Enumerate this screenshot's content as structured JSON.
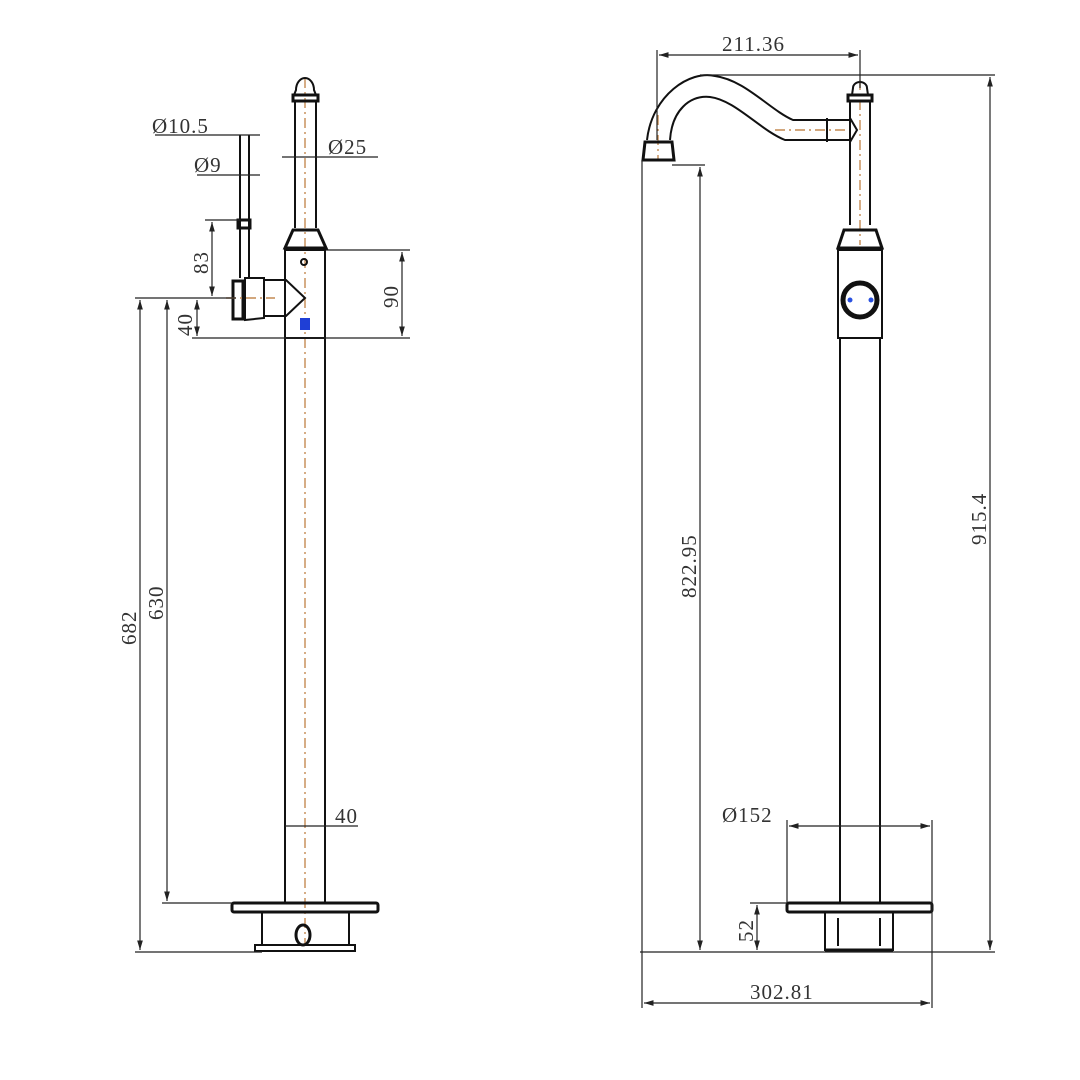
{
  "title": "Freestanding bath mixer dimension drawing",
  "side_view": {
    "dims": {
      "lever_dia_outer": "Ø10.5",
      "lever_dia_inner": "Ø9",
      "pipe_dia": "Ø25",
      "lever_height": "83",
      "body_height": "90",
      "handle_offset": "40",
      "height_to_handle": "682",
      "height_to_plate": "630",
      "column_width": "40"
    }
  },
  "front_view": {
    "dims": {
      "spout_reach": "211.36",
      "overall_height": "915.4",
      "spout_outlet_height": "822.95",
      "base_dia": "Ø152",
      "base_height": "52",
      "overall_width": "302.81"
    }
  },
  "colors": {
    "centerline": "#c48a52",
    "outline": "#111111",
    "marker": "#1f3fd6"
  }
}
